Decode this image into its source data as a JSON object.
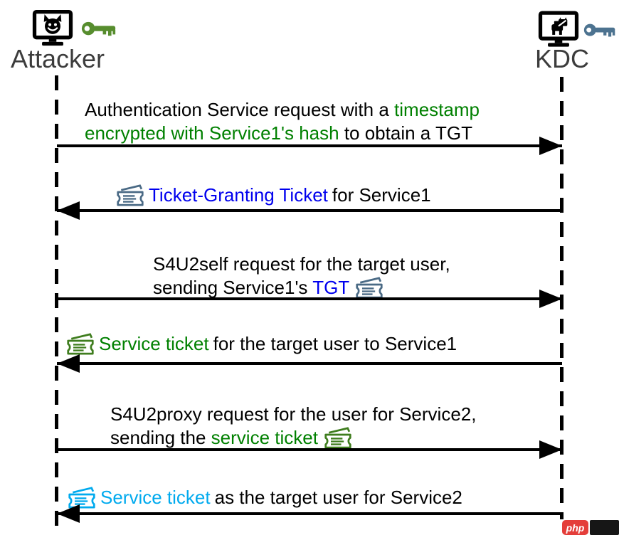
{
  "diagram": {
    "type": "sequence-diagram",
    "topic": "Kerberos S4U2self / S4U2proxy abuse between Attacker and KDC"
  },
  "actors": {
    "attacker": {
      "label": "Attacker",
      "icon": "devil-computer-icon",
      "key_icon": "green-key-icon"
    },
    "kdc": {
      "label": "KDC",
      "icon": "kerberos-dog-computer-icon",
      "key_icon": "slate-key-icon"
    }
  },
  "colors": {
    "green_text": "#008000",
    "blue_text": "#0000ee",
    "cyan_text": "#00aaee",
    "ticket_slate": "#4a6a85",
    "ticket_green": "#3f7d1e",
    "ticket_cyan": "#00aaee",
    "key_green": "#578d2e",
    "key_slate": "#4d7390",
    "label_gray": "#3c3c3c",
    "arrow_black": "#000000",
    "watermark_red": "#e43e3a"
  },
  "messages": {
    "m1": {
      "direction": "attacker-to-kdc",
      "l1a": "Authentication Service request with a ",
      "l1b": "timestamp",
      "l2a": "encrypted with Service1's hash",
      "l2b": " to obtain a TGT"
    },
    "m2": {
      "direction": "kdc-to-attacker",
      "ticket_icon": "slate",
      "a": "Ticket-Granting Ticket",
      "b": " for Service1"
    },
    "m3": {
      "direction": "attacker-to-kdc",
      "l1": "S4U2self request for the target user,",
      "l2a": "sending Service1's ",
      "l2b": "TGT",
      "ticket_icon": "slate"
    },
    "m4": {
      "direction": "kdc-to-attacker",
      "ticket_icon": "green",
      "a": "Service ticket",
      "b": " for the target user to Service1"
    },
    "m5": {
      "direction": "attacker-to-kdc",
      "l1": "S4U2proxy request for the user for Service2,",
      "l2a": "sending the ",
      "l2b": "service ticket",
      "ticket_icon": "green"
    },
    "m6": {
      "direction": "kdc-to-attacker",
      "ticket_icon": "cyan",
      "a": "Service ticket",
      "b": " as the target user for Service2"
    }
  },
  "watermark": {
    "label": "php"
  }
}
